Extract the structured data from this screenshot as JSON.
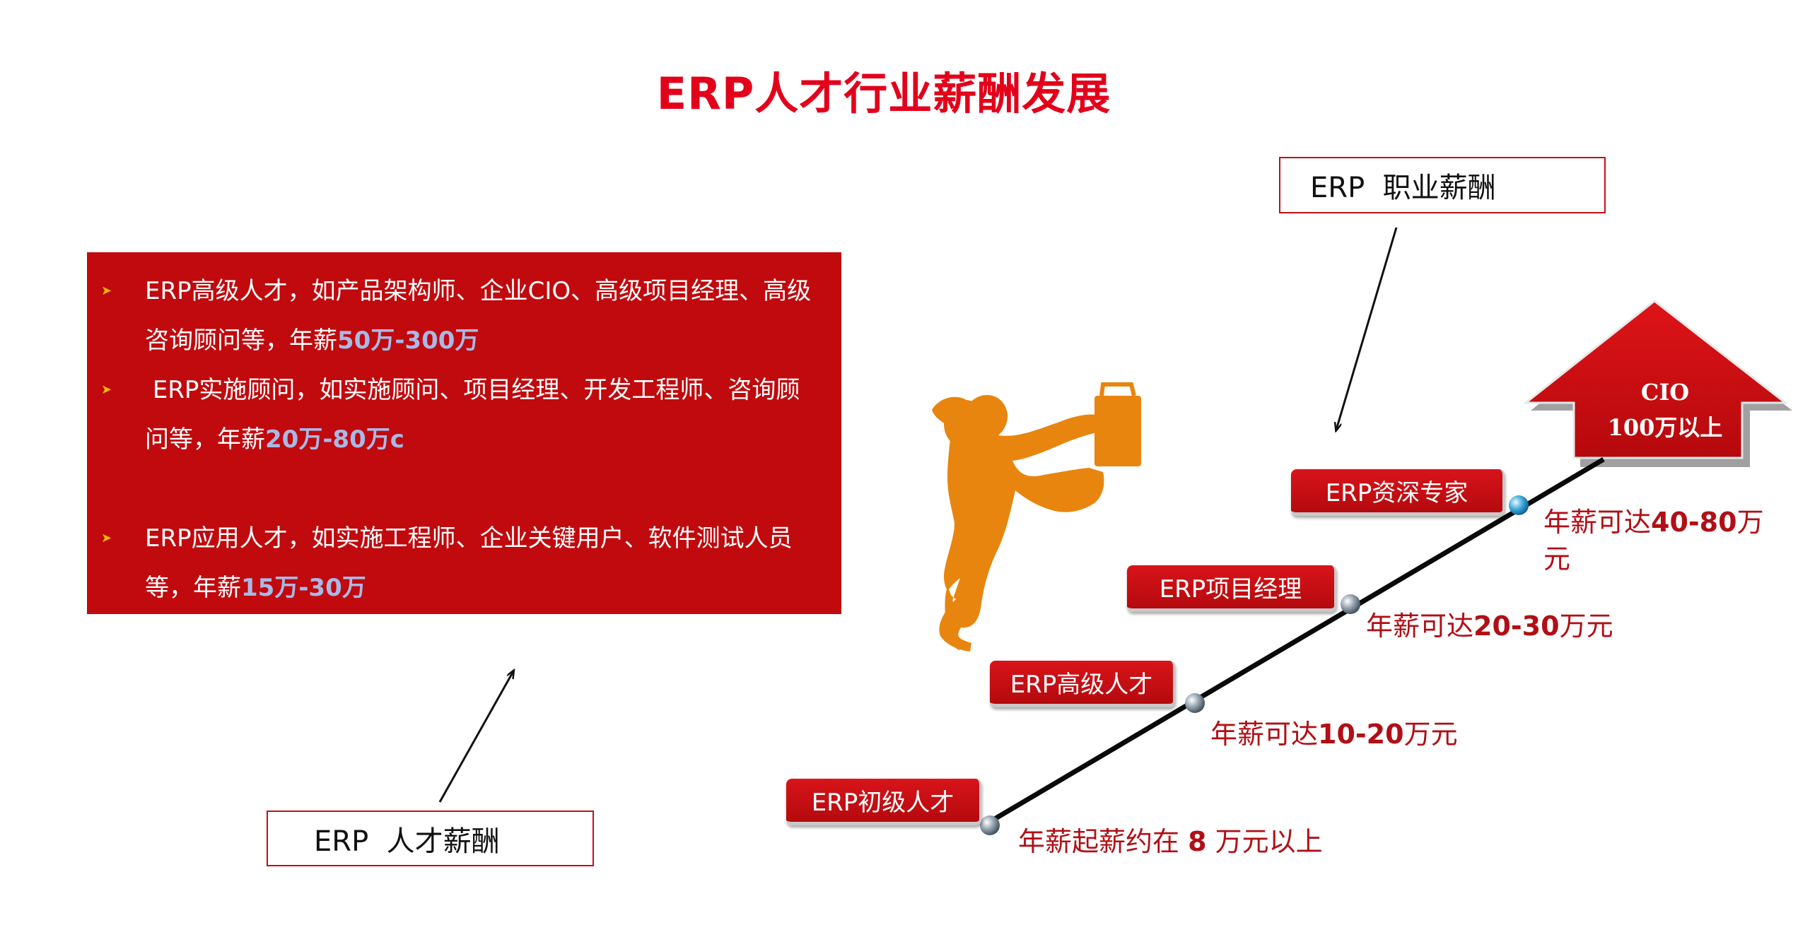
{
  "title": "ERP人才行业薪酬发展",
  "career_box": {
    "label": "ERP  职业薪酬"
  },
  "talent_box": {
    "label": "ERP  人才薪酬"
  },
  "panel": {
    "items": [
      {
        "text": "ERP高级人才，如产品架构师、企业CIO、高级项目经理、高级咨询顾问等，年薪",
        "highlight": "50万-300万"
      },
      {
        "text": " ERP实施顾问，如实施顾问、项目经理、开发工程师、咨询顾问等，年薪",
        "highlight": "20万-80万c"
      },
      {
        "text": "ERP应用人才，如实施工程师、企业关键用户、软件测试人员等，年薪",
        "highlight": "15万-30万"
      }
    ]
  },
  "levels": [
    {
      "label": "ERP初级人才",
      "salary_prefix": "年薪起薪约在 ",
      "salary_bold": "8",
      "salary_suffix": " 万元以上"
    },
    {
      "label": "ERP高级人才",
      "salary_prefix": "年薪可达",
      "salary_bold": "10-20",
      "salary_suffix": "万元"
    },
    {
      "label": "ERP项目经理",
      "salary_prefix": "年薪可达",
      "salary_bold": "20-30",
      "salary_suffix": "万元"
    },
    {
      "label": "ERP资深专家",
      "salary_prefix": "年薪可达",
      "salary_bold": "40-80",
      "salary_suffix": "万元"
    }
  ],
  "top_arrow": {
    "line1": "CIO",
    "line2": "100万以上"
  },
  "colors": {
    "title_red": "#e3001b",
    "panel_red": "#c00a0e",
    "highlight_blue": "#a8b9e6",
    "figure_orange": "#e8850f",
    "salary_red": "#b10f16"
  },
  "icons": [
    "jumping-person-icon",
    "briefcase-icon",
    "arrow-icon",
    "milestone-dot-icon"
  ]
}
